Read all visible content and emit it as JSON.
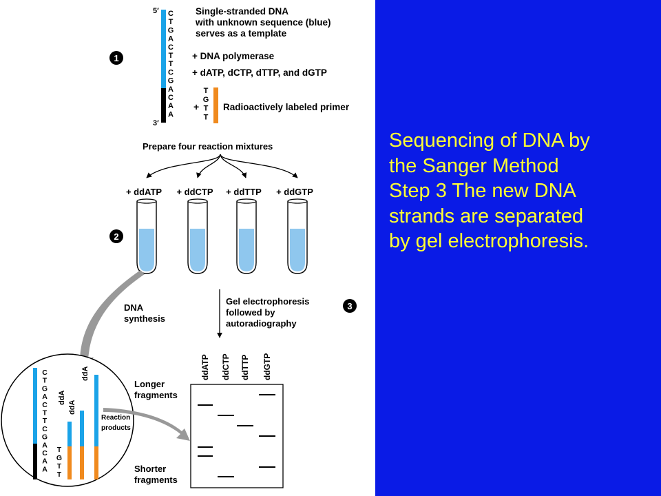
{
  "colors": {
    "template_blue": "#1aa3e8",
    "primer_orange": "#f08a1e",
    "panel_blue": "#0a1be6",
    "caption_yellow": "#ffff33",
    "tube_liquid": "#8fc7ee",
    "arrow_gray": "#999999"
  },
  "diagram": {
    "end_5": "5′",
    "end_3": "3′",
    "template_seq": [
      "C",
      "T",
      "G",
      "A",
      "C",
      "T",
      "T",
      "C",
      "G",
      "A",
      "C",
      "A",
      "A"
    ],
    "primer_seq": [
      "T",
      "G",
      "T",
      "T"
    ],
    "step_markers": [
      "1",
      "2",
      "3"
    ],
    "template_note": [
      "Single-stranded DNA",
      "with unknown sequence (blue)",
      "serves as a template"
    ],
    "polymerase": "+ DNA polymerase",
    "dntps": "+ dATP, dCTP, dTTP, and dGTP",
    "primer_plus": "+",
    "primer_label": "Radioactively labeled primer",
    "prepare": "Prepare four reaction mixtures",
    "tube_labels": [
      "+ ddATP",
      "+ ddCTP",
      "+ ddTTP",
      "+ ddGTP"
    ],
    "dna_synthesis": [
      "DNA",
      "synthesis"
    ],
    "electro": [
      "Gel electrophoresis",
      "followed by",
      "autoradiography"
    ],
    "lane_labels": [
      "ddATP",
      "ddCTP",
      "ddTTP",
      "ddGTP"
    ],
    "longer": [
      "Longer",
      "fragments"
    ],
    "shorter": [
      "Shorter",
      "fragments"
    ],
    "reaction": [
      "Reaction",
      "products"
    ],
    "dda": "ddA"
  },
  "caption": [
    "Sequencing of DNA by",
    "the Sanger Method",
    "Step 3 The new DNA",
    "strands are separated",
    "by gel electrophoresis."
  ]
}
